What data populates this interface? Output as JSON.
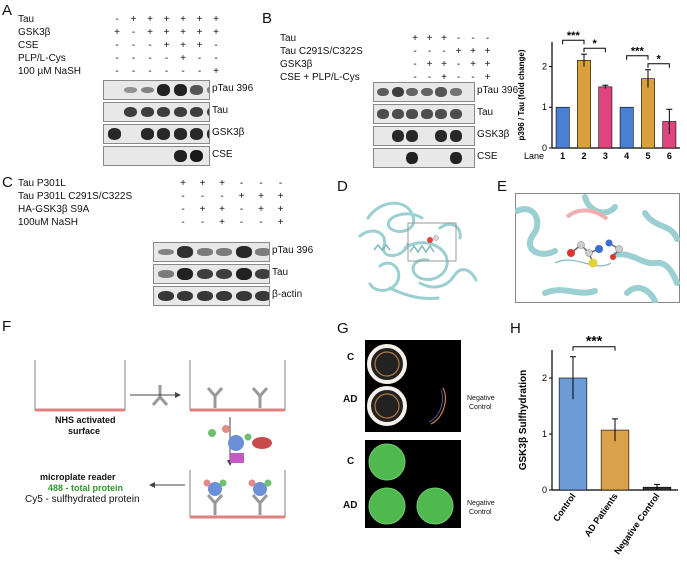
{
  "panels": {
    "A": {
      "label": "A",
      "rows": [
        {
          "name": "Tau",
          "marks": [
            "-",
            "+",
            "+",
            "+",
            "+",
            "+",
            "+"
          ]
        },
        {
          "name": "GSK3β",
          "marks": [
            "+",
            "-",
            "+",
            "+",
            "+",
            "+",
            "+"
          ]
        },
        {
          "name": "CSE",
          "marks": [
            "-",
            "-",
            "-",
            "+",
            "+",
            "+",
            "-"
          ]
        },
        {
          "name": "PLP/L-Cys",
          "marks": [
            "-",
            "-",
            "-",
            "-",
            "+",
            "-",
            "-"
          ]
        },
        {
          "name": "100 µM NaSH",
          "marks": [
            "-",
            "-",
            "-",
            "-",
            "-",
            "-",
            "+"
          ]
        }
      ],
      "blots": [
        "pTau 396",
        "Tau",
        "GSK3β",
        "CSE"
      ]
    },
    "B": {
      "label": "B",
      "rows": [
        {
          "name": "Tau",
          "marks": [
            "+",
            "+",
            "+",
            "-",
            "-",
            "-"
          ]
        },
        {
          "name": "Tau C291S/C322S",
          "marks": [
            "-",
            "-",
            "-",
            "+",
            "+",
            "+"
          ]
        },
        {
          "name": "GSK3β",
          "marks": [
            "-",
            "+",
            "+",
            "-",
            "+",
            "+"
          ]
        },
        {
          "name": "CSE + PLP/L-Cys",
          "marks": [
            "-",
            "-",
            "+",
            "-",
            "-",
            "+"
          ]
        }
      ],
      "blots": [
        "pTau 396",
        "Tau",
        "GSK3β",
        "CSE"
      ]
    },
    "C": {
      "label": "C",
      "rows": [
        {
          "name": "Tau P301L",
          "marks": [
            "+",
            "+",
            "+",
            "-",
            "-",
            "-"
          ]
        },
        {
          "name": "Tau P301L C291S/C322S",
          "marks": [
            "-",
            "-",
            "-",
            "+",
            "+",
            "+"
          ]
        },
        {
          "name": "HA-GSK3β S9A",
          "marks": [
            "-",
            "+",
            "+",
            "-",
            "+",
            "+"
          ]
        },
        {
          "name": "100uM NaSH",
          "marks": [
            "-",
            "-",
            "+",
            "-",
            "-",
            "+"
          ]
        }
      ],
      "blots": [
        "pTau 396",
        "Tau",
        "β-actin"
      ]
    },
    "D": {
      "label": "D"
    },
    "E": {
      "label": "E"
    },
    "F": {
      "label": "F",
      "surface_label_1": "NHS activated",
      "surface_label_2": "surface",
      "reader_label": "microplate reader",
      "total_label": "488 - total protein",
      "cy5_label": "Cy5 - sulfhydrated protein"
    },
    "G": {
      "label": "G",
      "row_c": "C",
      "row_ad": "AD",
      "neg_1": "Negative",
      "neg_2": "Control",
      "row_c2": "C",
      "row_ad2": "AD",
      "neg2_1": "Negative",
      "neg2_2": "Control"
    },
    "H": {
      "label": "H"
    }
  },
  "chart_data": [
    {
      "type": "bar",
      "panel": "B",
      "categories": [
        "1",
        "2",
        "3",
        "4",
        "5",
        "6"
      ],
      "values": [
        1.0,
        2.15,
        1.5,
        1.0,
        1.7,
        0.65
      ],
      "errors": [
        0.0,
        0.15,
        0.04,
        0.0,
        0.22,
        0.3
      ],
      "colors": [
        "#4a7fd4",
        "#d9a13b",
        "#e0447f",
        "#4a7fd4",
        "#d9a13b",
        "#e0447f"
      ],
      "ylabel": "p396 / Tau (fold change)",
      "xlabel": "Lane",
      "ylim": [
        0,
        2.6
      ],
      "yticks": [
        "0",
        "1",
        "2"
      ],
      "significance": [
        {
          "from": "1",
          "to": "2",
          "label": "***"
        },
        {
          "from": "2",
          "to": "3",
          "label": "*"
        },
        {
          "from": "4",
          "to": "5",
          "label": "***"
        },
        {
          "from": "5",
          "to": "6",
          "label": "*"
        }
      ]
    },
    {
      "type": "bar",
      "panel": "H",
      "categories": [
        "Control",
        "AD Patients",
        "Negative Control"
      ],
      "values": [
        2.0,
        1.07,
        0.05
      ],
      "errors": [
        0.38,
        0.2,
        0.05
      ],
      "colors": [
        "#6d9bd6",
        "#d9a24a",
        "#333333"
      ],
      "ylabel": "GSK3β  Sulfhydration",
      "ylim": [
        0,
        2.5
      ],
      "yticks": [
        "0",
        "1",
        "2"
      ],
      "significance": [
        {
          "from": "Control",
          "to": "AD Patients",
          "label": "***"
        }
      ]
    }
  ]
}
